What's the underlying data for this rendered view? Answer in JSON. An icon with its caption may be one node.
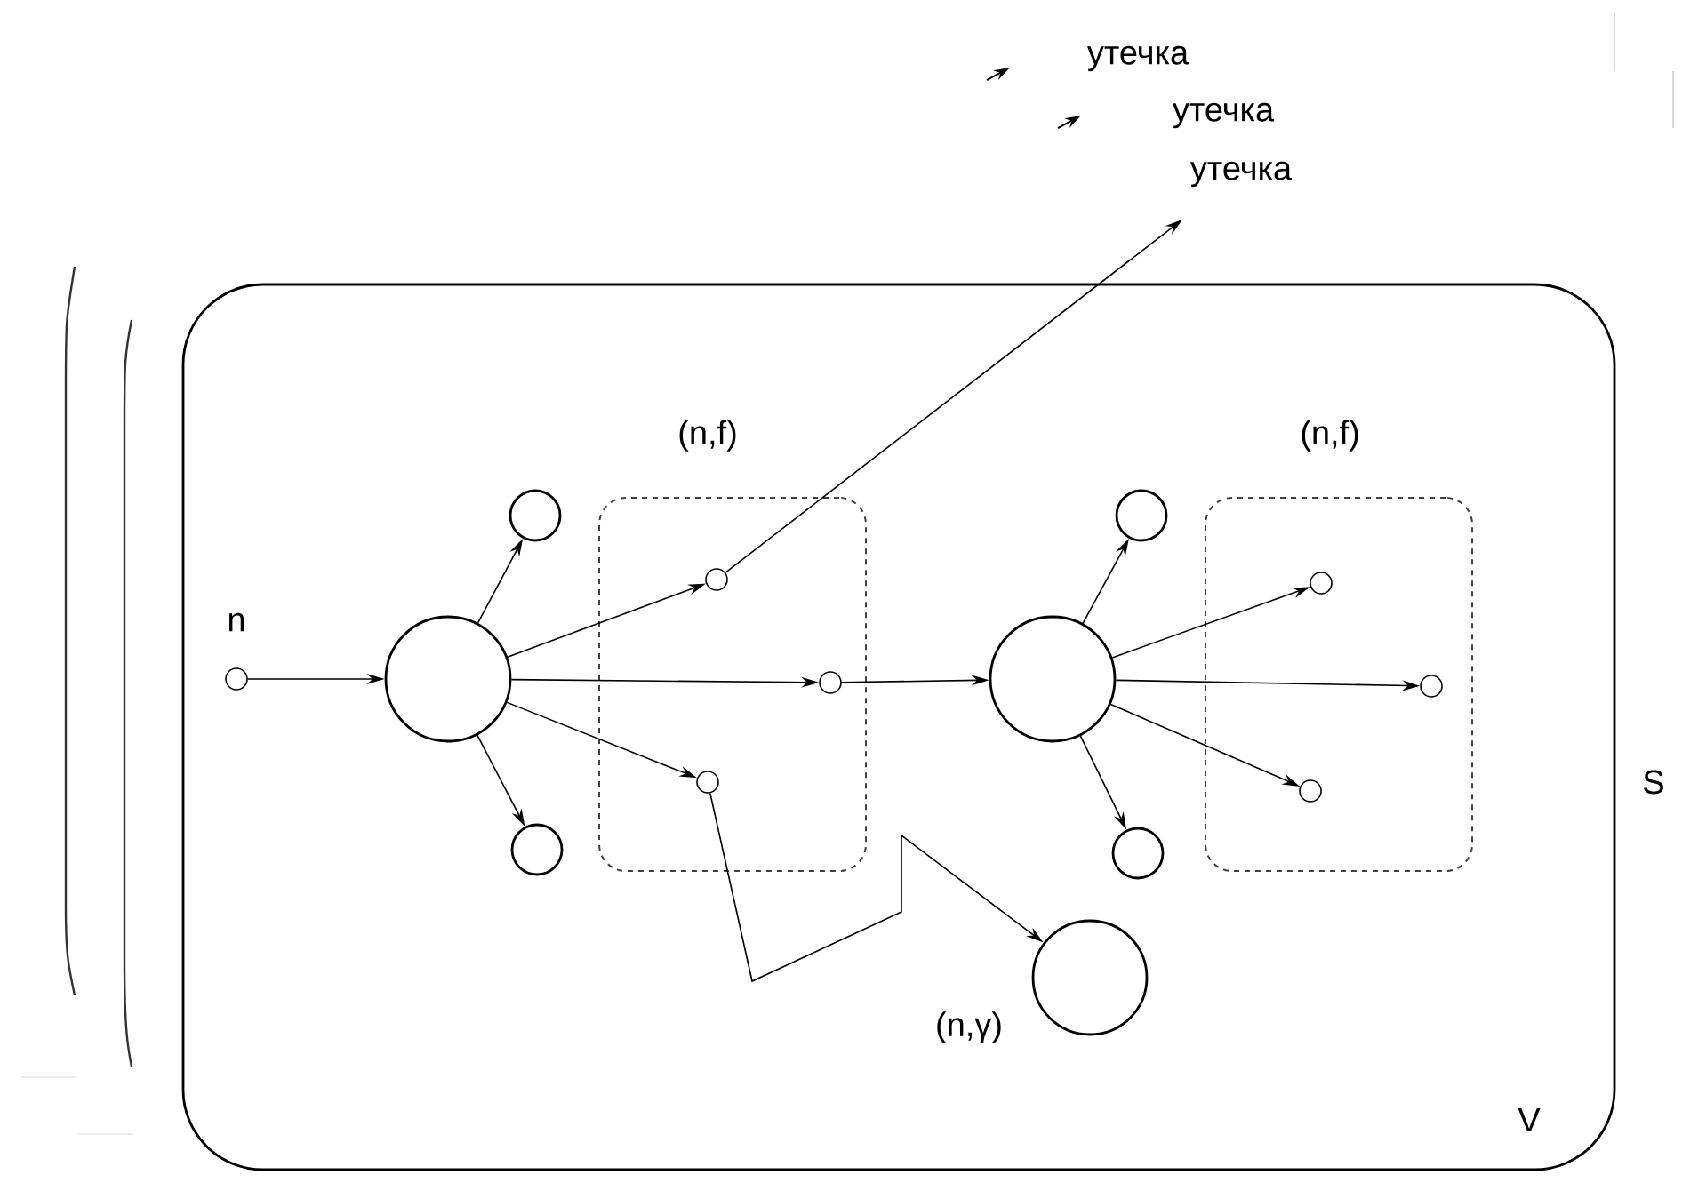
{
  "diagram": {
    "nodes": [
      {
        "text": [
          "V"
        ],
        "beside": [
          "S"
        ]
      },
      {
        "text": [
          "(n,f)"
        ],
        "in": 0
      },
      {
        "text": [
          "(n,f)"
        ],
        "in": 0
      },
      {
        "text": [],
        "shape": "circle",
        "beside": [
          "n"
        ],
        "in": 0
      },
      {
        "text": [],
        "shape": "circle",
        "in": 0
      },
      {
        "text": [],
        "shape": "circle",
        "in": 0
      },
      {
        "text": [],
        "shape": "circle",
        "in": 0
      },
      {
        "text": [],
        "shape": "circle",
        "in": 1
      },
      {
        "text": [],
        "shape": "circle",
        "in": 1
      },
      {
        "text": [],
        "shape": "circle",
        "in": 1
      },
      {
        "text": [],
        "shape": "circle",
        "in": 0
      },
      {
        "text": [],
        "shape": "circle",
        "in": 0
      },
      {
        "text": [],
        "shape": "circle",
        "in": 0
      },
      {
        "text": [],
        "shape": "circle",
        "in": 2
      },
      {
        "text": [],
        "shape": "circle",
        "in": 2
      },
      {
        "text": [],
        "shape": "circle",
        "in": 2
      },
      {
        "text": [],
        "shape": "circle",
        "beside": [
          "(n,γ)"
        ],
        "in": 0
      },
      {
        "text": [
          "утечка"
        ]
      }
    ],
    "edges": [
      {
        "from": 3,
        "to": 4,
        "arrow": "to"
      },
      {
        "from": 4,
        "to": 5,
        "arrow": "to"
      },
      {
        "from": 4,
        "to": 6,
        "arrow": "to"
      },
      {
        "from": 4,
        "to": 7,
        "arrow": "to"
      },
      {
        "from": 4,
        "to": 8,
        "arrow": "to"
      },
      {
        "from": 4,
        "to": 9,
        "arrow": "to"
      },
      {
        "from": 8,
        "to": 10,
        "arrow": "to"
      },
      {
        "from": 10,
        "to": 11,
        "arrow": "to"
      },
      {
        "from": 10,
        "to": 12,
        "arrow": "to"
      },
      {
        "from": 10,
        "to": 13,
        "arrow": "to"
      },
      {
        "from": 10,
        "to": 14,
        "arrow": "to"
      },
      {
        "from": 10,
        "to": 15,
        "arrow": "to"
      },
      {
        "from": 7,
        "to": 17,
        "arrow": "to"
      },
      {
        "from": 9,
        "to": 16,
        "arrow": "to"
      }
    ],
    "labels": [
      "утечка",
      "утечка"
    ]
  }
}
